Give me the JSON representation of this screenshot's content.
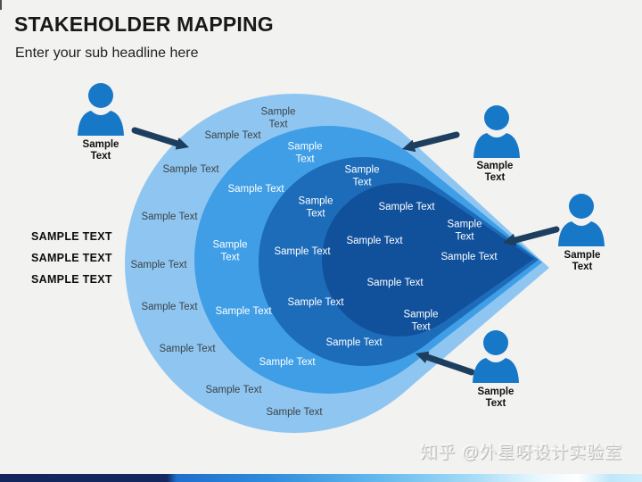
{
  "slide": {
    "title": "STAKEHOLDER MAPPING",
    "subtitle": "Enter your sub headline here"
  },
  "diagram": {
    "colors": {
      "ring_outer": "#8fc6f1",
      "ring_second": "#3f9ee6",
      "ring_third": "#1d6cba",
      "core": "#11519c",
      "arrow": "#1d3e5e",
      "person": "#1878c8"
    },
    "ring_outer_labels": [
      "Sample Text",
      "Sample Text",
      "Sample Text",
      "Sample Text",
      "Sample Text",
      "Sample Text",
      "Sample Text",
      "Sample Text",
      "Sample Text"
    ],
    "ring_second_labels": [
      "Sample Text",
      "Sample Text",
      "Sample Text",
      "Sample Text",
      "Sample Text"
    ],
    "ring_third_labels": [
      "Sample Text",
      "Sample Text",
      "Sample Text",
      "Sample Text",
      "Sample Text",
      "Sample Text"
    ],
    "core_labels": [
      "Sample Text",
      "Sample Text",
      "Sample Text",
      "Sample Text",
      "Sample Text"
    ],
    "side_labels": [
      "SAMPLE TEXT",
      "SAMPLE TEXT",
      "SAMPLE TEXT"
    ],
    "persons": [
      {
        "label": "Sample Text"
      },
      {
        "label": "Sample Text"
      },
      {
        "label": "Sample Text"
      },
      {
        "label": "Sample Text"
      }
    ]
  },
  "watermark": "知乎 @外星呀设计实验室"
}
